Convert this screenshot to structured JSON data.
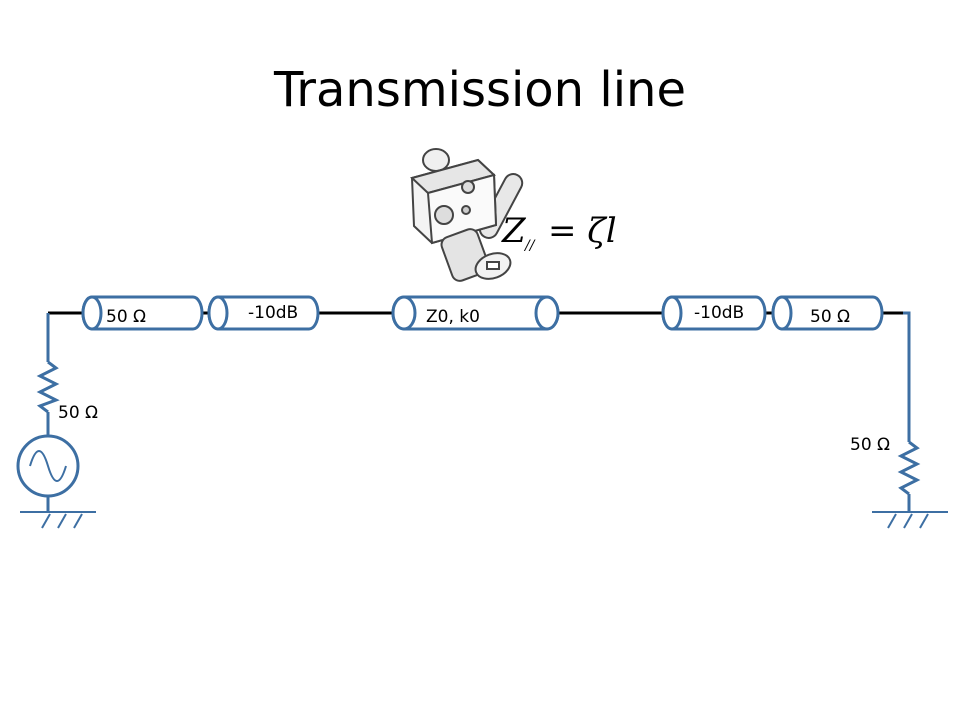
{
  "title": "Transmission line",
  "formula": {
    "lhs": "Z",
    "subscript": "//",
    "rhs": "= ζl"
  },
  "labels": {
    "left_line": "50 Ω",
    "left_atten": "-10dB",
    "dut_line": "Z0, k0",
    "right_atten": "-10dB",
    "right_line": "50 Ω",
    "source_resistor": "50 Ω",
    "load_resistor": "50 Ω"
  },
  "colors": {
    "wire": "#3d6fa3",
    "center_conductor": "#000000"
  }
}
